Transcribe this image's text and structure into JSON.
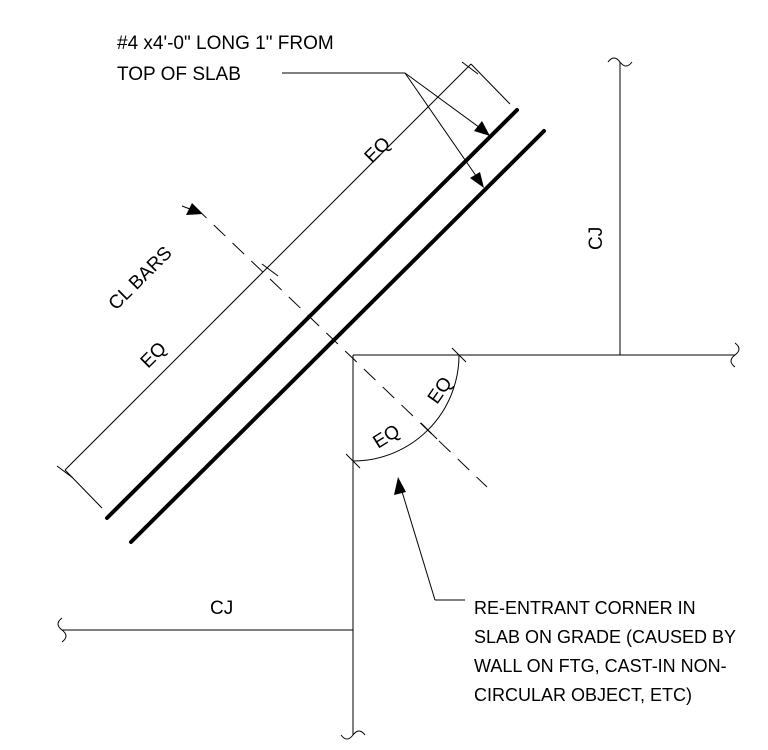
{
  "labels": {
    "rebar_note_line1": "#4 x4'-0\" LONG 1\" FROM",
    "rebar_note_line2": "TOP OF SLAB",
    "eq_upper": "EQ",
    "eq_lower": "EQ",
    "eq_arc_right": "EQ",
    "eq_arc_left": "EQ",
    "cl_bars": "CL BARS",
    "cj_vertical": "CJ",
    "cj_horizontal": "CJ",
    "corner_note_line1": "RE-ENTRANT CORNER IN",
    "corner_note_line2": "SLAB ON GRADE (CAUSED BY",
    "corner_note_line3": "WALL ON FTG, CAST-IN NON-",
    "corner_note_line4": "CIRCULAR OBJECT, ETC)"
  }
}
